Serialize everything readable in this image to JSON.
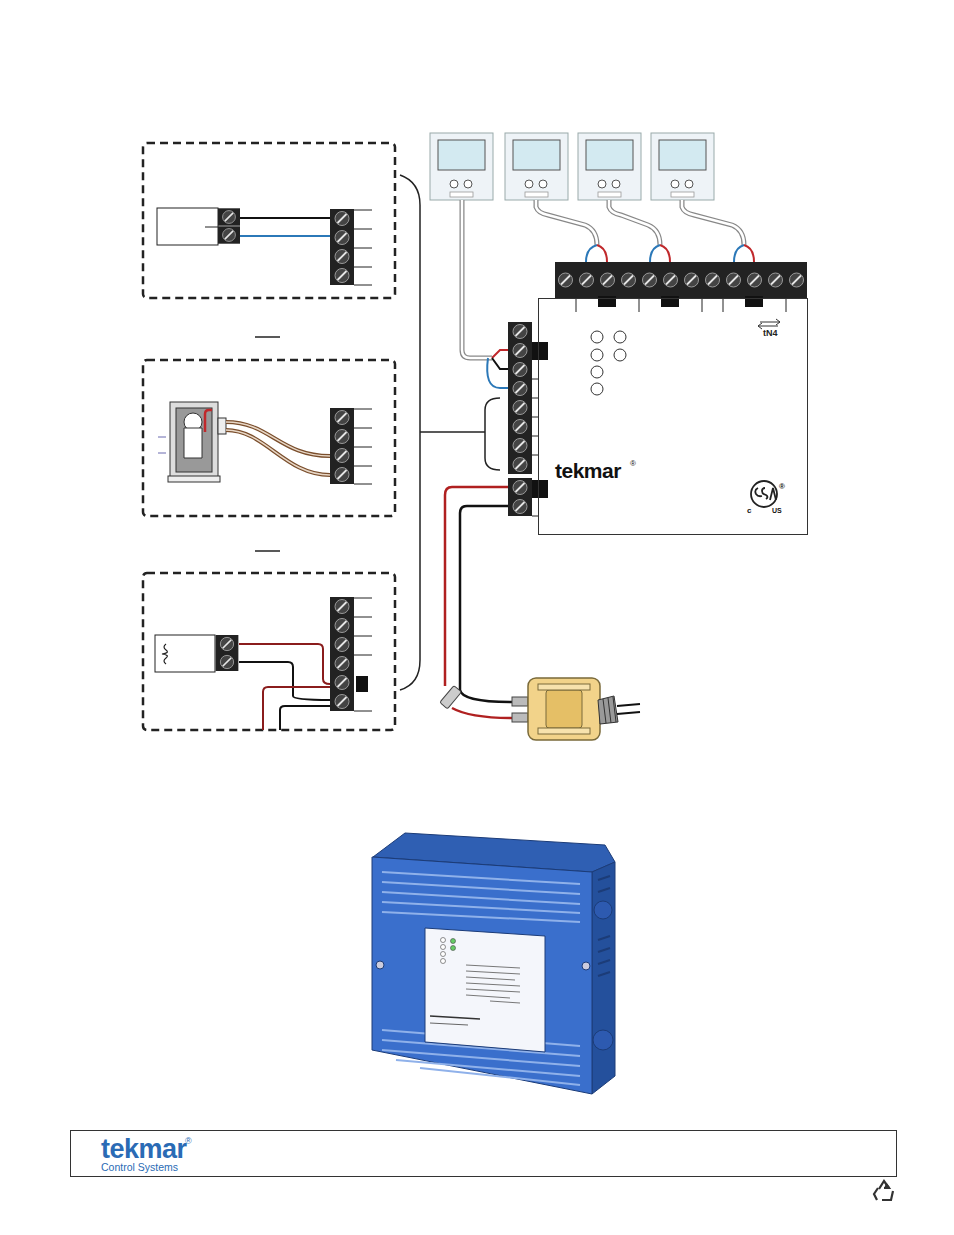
{
  "diagram": {
    "nodes": [
      {
        "text": [
          "tN4",
          "tekmar"
        ]
      },
      {
        "text": [
          "tekmar",
          "Control Systems"
        ]
      }
    ],
    "labels": [
      "®",
      "®",
      "c",
      "US",
      "®"
    ]
  }
}
